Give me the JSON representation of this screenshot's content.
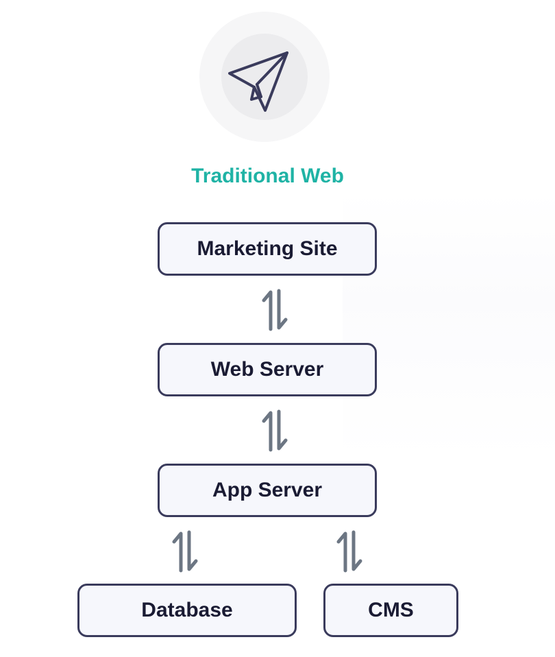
{
  "title": "Traditional Web",
  "icon": "paper-plane-icon",
  "nodes": {
    "marketing_site": "Marketing Site",
    "web_server": "Web Server",
    "app_server": "App Server",
    "database": "Database",
    "cms": "CMS"
  },
  "colors": {
    "title": "#1fb3a5",
    "node_border": "#3a3b5c",
    "node_fill": "#f6f7fc",
    "arrow": "#6c7683"
  }
}
